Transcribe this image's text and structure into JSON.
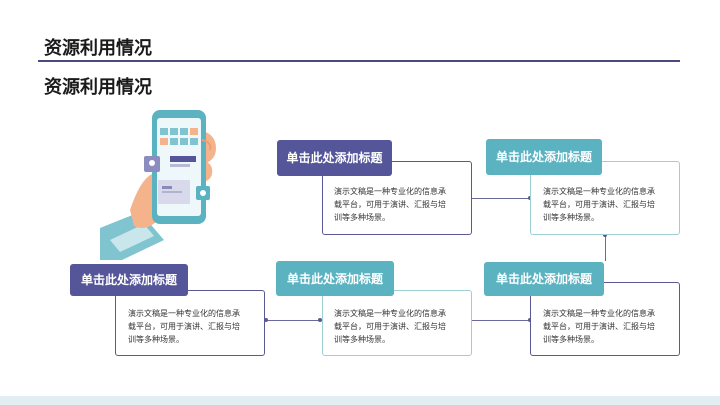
{
  "header": {
    "title": "资源利用情况",
    "subtitle": "资源利用情况"
  },
  "steps": [
    {
      "title": "单击此处添加标题",
      "body": "演示文稿是一种专业化的信息承\n载平台，可用于演讲、汇报与培\n训等多种场景。"
    },
    {
      "title": "单击此处添加标题",
      "body": "演示文稿是一种专业化的信息承\n载平台，可用于演讲、汇报与培\n训等多种场景。"
    },
    {
      "title": "单击此处添加标题",
      "body": "演示文稿是一种专业化的信息承\n载平台，可用于演讲、汇报与培\n训等多种场景。"
    },
    {
      "title": "单击此处添加标题",
      "body": "演示文稿是一种专业化的信息承\n载平台，可用于演讲、汇报与培\n训等多种场景。"
    },
    {
      "title": "单击此处添加标题",
      "body": "演示文稿是一种专业化的信息承\n载平台，可用于演讲、汇报与培\n训等多种场景。"
    }
  ],
  "illustration": {
    "icon": "hand-holding-phone-icon"
  },
  "colors": {
    "purple": "#55559a",
    "teal": "#5bb2c1",
    "accent": "#4b4a7e"
  }
}
